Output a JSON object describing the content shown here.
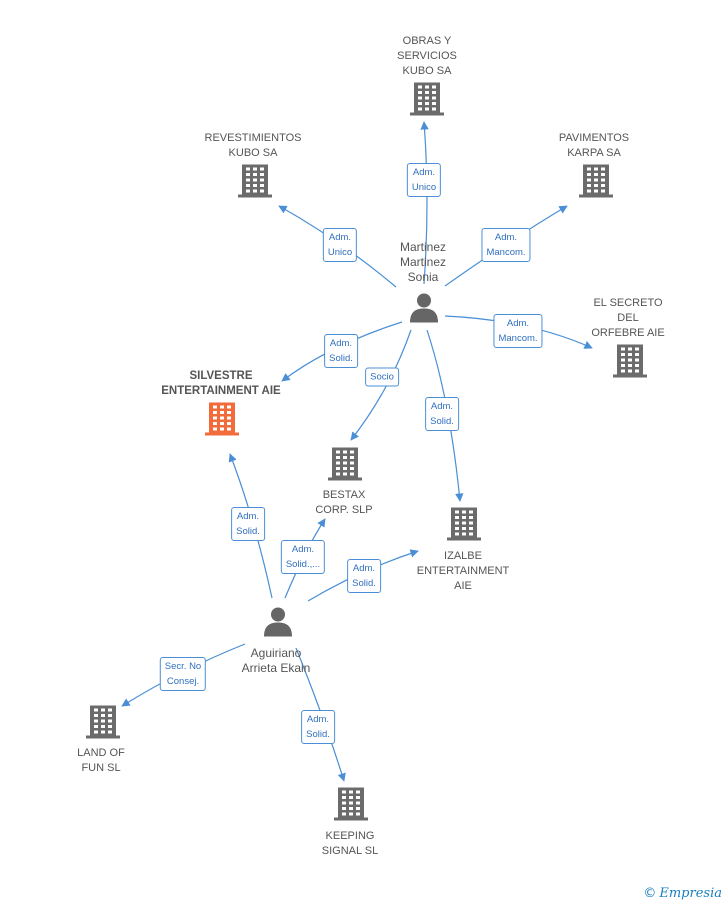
{
  "colors": {
    "edge": "#4a8fd6",
    "building": "#6b6b6b",
    "building_highlight": "#f26b3a",
    "person": "#666666"
  },
  "nodes": {
    "obras": "OBRAS Y\nSERVICIOS\nKUBO SA",
    "revestimientos": "REVESTIMIENTOS\nKUBO SA",
    "pavimentos": "PAVIMENTOS\nKARPA SA",
    "el_secreto": "EL SECRETO\nDEL\nORFEBRE  AIE",
    "silvestre": "SILVESTRE\nENTERTAINMENT AIE",
    "bestax": "BESTAX\nCORP.  SLP",
    "izalbe": "IZALBE\nENTERTAINMENT\nAIE",
    "land_of_fun": "LAND OF\nFUN  SL",
    "keeping_signal": "KEEPING\nSIGNAL  SL"
  },
  "persons": {
    "martinez": "Martinez\nMartinez\nSonia",
    "aguiriano": "Aguiriano\nArrieta Ekain"
  },
  "edges": {
    "m_obras": "Adm.\nUnico",
    "m_revest": "Adm.\nUnico",
    "m_pavim": "Adm.\nMancom.",
    "m_secreto": "Adm.\nMancom.",
    "m_silvestre": "Adm.\nSolid.",
    "m_bestax": "Socio",
    "m_izalbe": "Adm.\nSolid.",
    "a_silvestre": "Adm.\nSolid.",
    "a_bestax": "Adm.\nSolid.,...",
    "a_izalbe": "Adm.\nSolid.",
    "a_land": "Secr.  No\nConsej.",
    "a_keeping": "Adm.\nSolid."
  },
  "watermark": {
    "symbol": "©",
    "brand": "Empresia"
  }
}
